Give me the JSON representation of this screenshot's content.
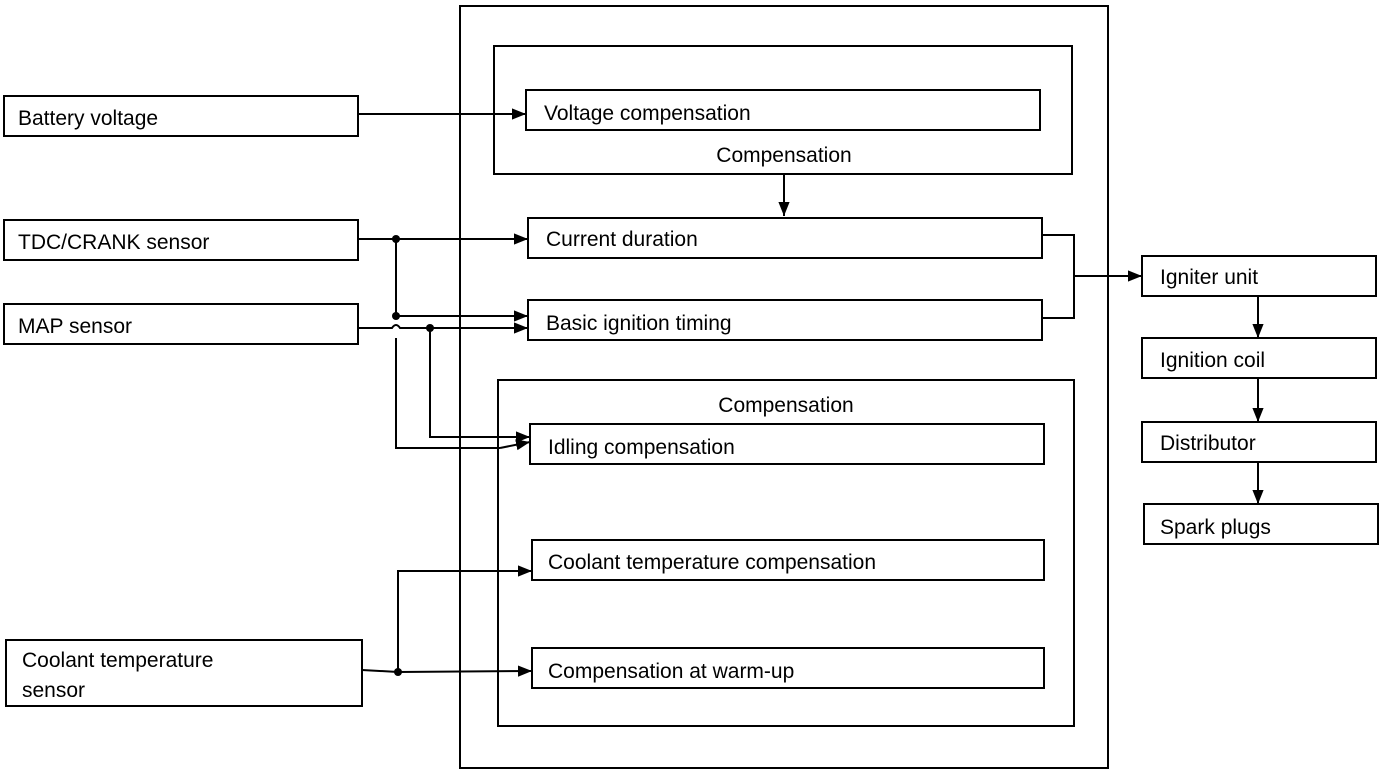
{
  "inputs": {
    "battery_voltage": "Battery voltage",
    "tdc_crank_sensor": "TDC/CRANK sensor",
    "map_sensor": "MAP sensor",
    "coolant_sensor_line1": "Coolant temperature",
    "coolant_sensor_line2": "sensor"
  },
  "ecu": {
    "top_group": {
      "label": "Compensation",
      "voltage_compensation": "Voltage compensation"
    },
    "current_duration": "Current duration",
    "basic_ignition_timing": "Basic ignition timing",
    "bottom_group": {
      "label": "Compensation",
      "idling_compensation": "Idling compensation",
      "coolant_temperature_compensation": "Coolant temperature compensation",
      "compensation_at_warm_up": "Compensation at warm-up"
    }
  },
  "outputs": {
    "igniter_unit": "Igniter unit",
    "ignition_coil": "Ignition coil",
    "distributor": "Distributor",
    "spark_plugs": "Spark plugs"
  },
  "colors": {
    "line": "#000000",
    "background": "#ffffff"
  }
}
